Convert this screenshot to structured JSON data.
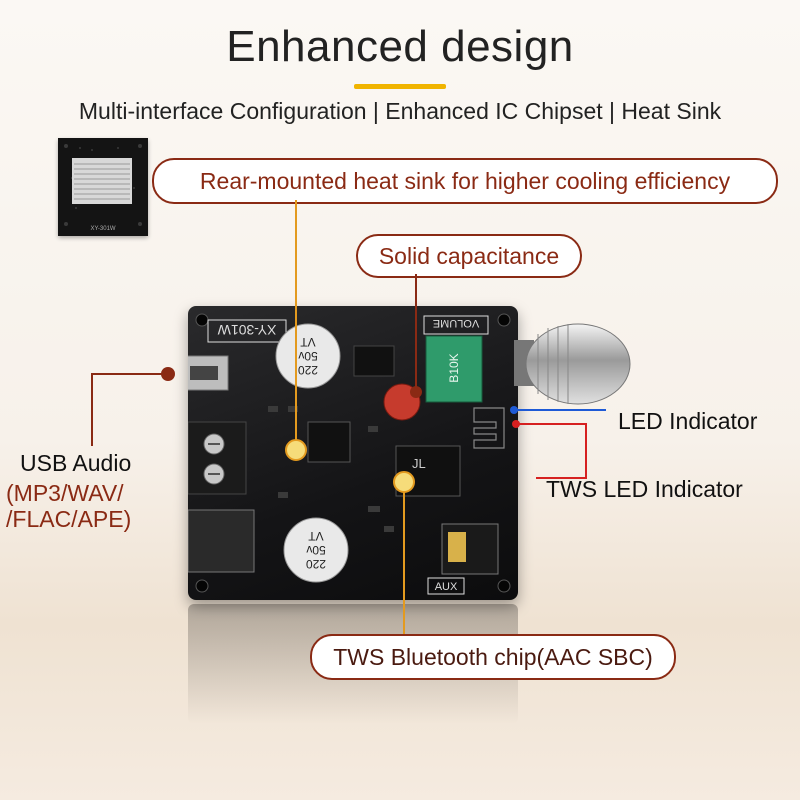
{
  "header": {
    "title": "Enhanced design",
    "subtitle": "Multi-interface Configuration | Enhanced IC Chipset |  Heat Sink"
  },
  "callouts": {
    "heat_sink": "Rear-mounted heat sink for higher cooling efficiency",
    "capacitance": "Solid capacitance",
    "bluetooth_chip": "TWS Bluetooth chip(AAC SBC)",
    "led_indicator": "LED Indicator",
    "tws_led_indicator": "TWS LED Indicator",
    "usb_audio": "USB Audio",
    "usb_formats_1": "(MP3/WAV/",
    "usb_formats_2": "/FLAC/APE)"
  },
  "board": {
    "model": "XY-301W",
    "volume_label": "VOLUME",
    "cap_rating_1": "220",
    "cap_rating_2": "50v",
    "cap_rating_3": "VT",
    "pot_marking": "B10K",
    "aux_label": "AUX",
    "chip_logo": "JL",
    "thumb_model": "XY-301W"
  },
  "colors": {
    "accent": "#f0b400",
    "callout_border": "#8a2a14",
    "led_blue": "#1e5ad6",
    "led_red": "#d62020",
    "leader_orange": "#e39a1f",
    "dot_red": "#8a2a14"
  }
}
